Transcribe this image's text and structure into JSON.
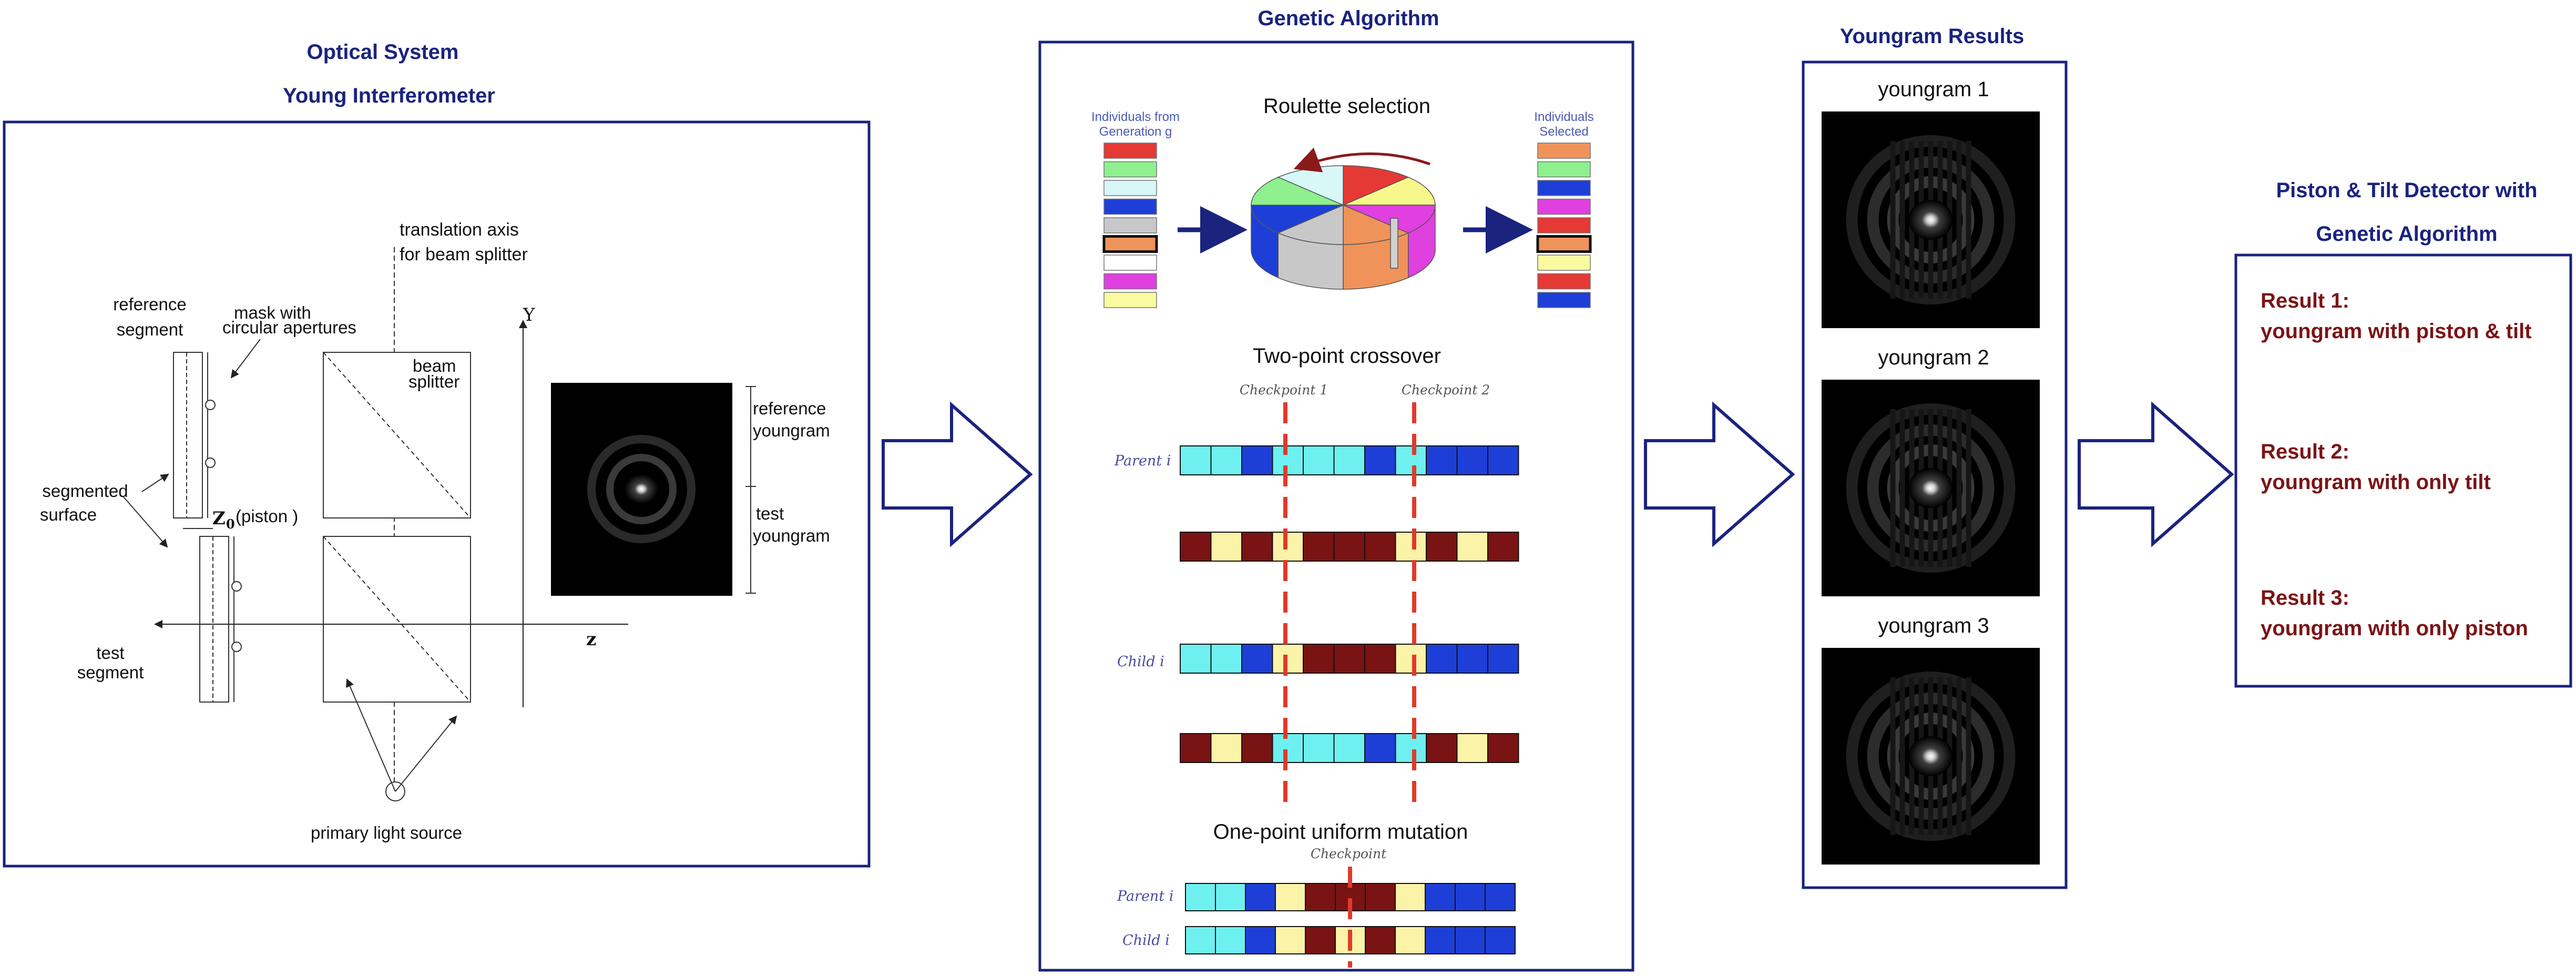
{
  "optical": {
    "title1": "Optical System",
    "title2": "Young Interferometer",
    "labels": {
      "translation1": "translation axis",
      "translation2": "for beam splitter",
      "reference_segment1": "reference",
      "reference_segment2": "segment",
      "mask1": "mask with",
      "mask2": "circular apertures",
      "beam1": "beam",
      "beam2": "splitter",
      "y_axis": "Y",
      "ref_youngram1": "reference",
      "ref_youngram2": "youngram",
      "test_youngram1": "test",
      "test_youngram2": "youngram",
      "segmented1": "segmented",
      "segmented2": "surface",
      "z0": "Z",
      "z0_sub": "0",
      "piston": "(piston )",
      "z_axis": "z",
      "test_segment1": "test",
      "test_segment2": "segment",
      "primary_source": "primary light source"
    }
  },
  "genetic": {
    "title": "Genetic Algorithm",
    "roulette_title": "Roulette selection",
    "from_gen1": "Individuals from",
    "from_gen2": "Generation g",
    "selected1": "Individuals",
    "selected2": "Selected",
    "left_column": [
      "#e53935",
      "#8ef08e",
      "#d8f7f7",
      "#1d3fd8",
      "#c8c8c8",
      "#f0935a",
      "#ffffff",
      "#e040e0",
      "#fafaa0"
    ],
    "right_column": [
      "#f0935a",
      "#8ef08e",
      "#1d3fd8",
      "#e040e0",
      "#e53935",
      "#f0935a",
      "#fafaa0",
      "#e53935",
      "#1d3fd8"
    ],
    "pie_colors": [
      "#e53935",
      "#f7f78c",
      "#e040e0",
      "#f0935a",
      "#c8c8c8",
      "#1d3fd8",
      "#8ef08e",
      "#d8f7f7"
    ],
    "crossover_title": "Two-point crossover",
    "checkpoint1": "Checkpoint 1",
    "checkpoint2": "Checkpoint 2",
    "parent_i": "Parent i",
    "child_i": "Child i",
    "rows": {
      "parent1": [
        "cyan",
        "cyan",
        "blue",
        "cyan",
        "cyan",
        "cyan",
        "blue",
        "cyan",
        "blue",
        "blue",
        "blue"
      ],
      "parent2": [
        "maroon",
        "yellow",
        "maroon",
        "yellow",
        "maroon",
        "maroon",
        "maroon",
        "yellow",
        "maroon",
        "yellow",
        "maroon"
      ],
      "child1": [
        "cyan",
        "cyan",
        "blue",
        "yellow",
        "maroon",
        "maroon",
        "maroon",
        "yellow",
        "blue",
        "blue",
        "blue"
      ],
      "child2": [
        "maroon",
        "yellow",
        "maroon",
        "cyan",
        "cyan",
        "cyan",
        "blue",
        "cyan",
        "maroon",
        "yellow",
        "maroon"
      ],
      "mut_parent": [
        "cyan",
        "cyan",
        "blue",
        "yellow",
        "maroon",
        "maroon",
        "maroon",
        "yellow",
        "blue",
        "blue",
        "blue"
      ],
      "mut_child": [
        "cyan",
        "cyan",
        "blue",
        "yellow",
        "maroon",
        "yellow",
        "maroon",
        "yellow",
        "blue",
        "blue",
        "blue"
      ]
    },
    "gene_colors": {
      "cyan": "#6ff0f0",
      "blue": "#1d3fd8",
      "maroon": "#7a1313",
      "yellow": "#fbf3a8"
    },
    "mutation_title": "One-point uniform mutation",
    "mutation_checkpoint": "Checkpoint"
  },
  "results": {
    "title": "Youngram Results",
    "youngrams": [
      "youngram  1",
      "youngram  2",
      "youngram  3"
    ]
  },
  "detector": {
    "title1": "Piston & Tilt Detector with",
    "title2": "Genetic Algorithm",
    "results": [
      {
        "label": "Result 1:",
        "text": "youngram with piston & tilt"
      },
      {
        "label": "Result 2:",
        "text": "youngram with only tilt"
      },
      {
        "label": "Result 3:",
        "text": "youngram with only piston"
      }
    ]
  },
  "colors": {
    "navy": "#1a237e",
    "maroon_text": "#7b1416",
    "dashed_red": "#e03a2a"
  }
}
